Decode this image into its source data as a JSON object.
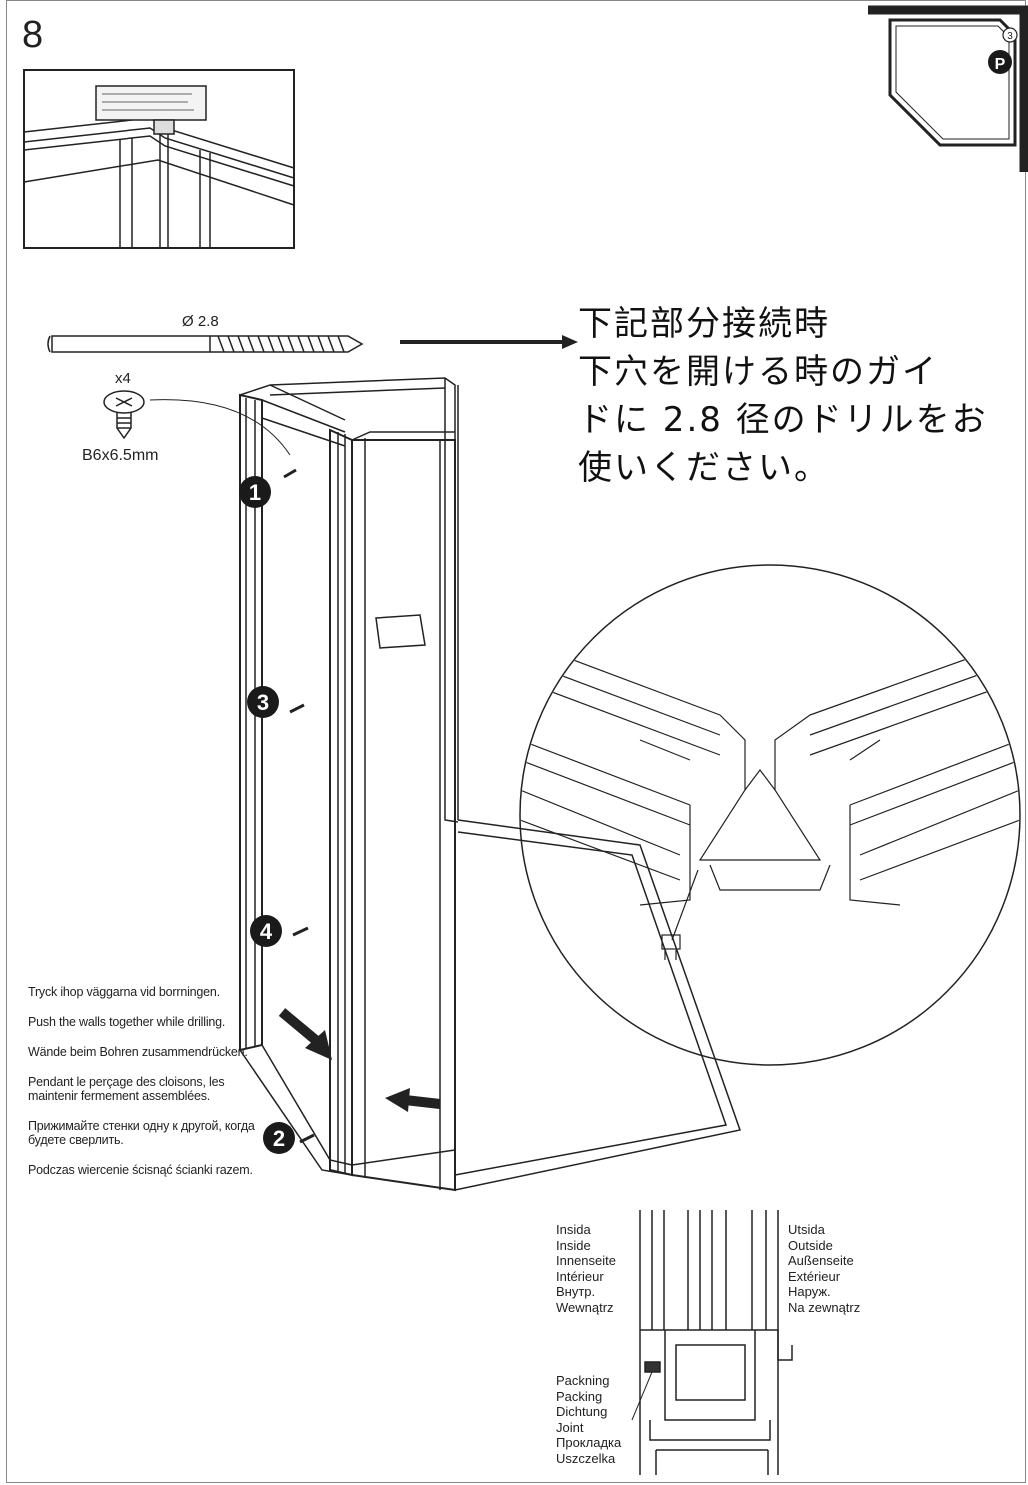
{
  "step": {
    "number": "8"
  },
  "drill": {
    "diameter_label": "Ø 2.8"
  },
  "screw": {
    "quantity": "x4",
    "size": "B6x6.5mm"
  },
  "note_jp": {
    "lines": [
      "下記部分接続時",
      "下穴を開ける時のガイ",
      "ドに 2.8 径のドリルをお",
      "使いください。"
    ]
  },
  "callouts": [
    "1",
    "3",
    "4",
    "2"
  ],
  "corner_marker": {
    "circle_label": "P",
    "small_label": "3"
  },
  "instructions": [
    "Tryck ihop väggarna vid borrningen.",
    "Push the walls together while drilling.",
    "Wände beim Bohren zusammendrücken.",
    "Pendant le perçage des cloisons, les maintenir fermement assemblées.",
    "Прижимайте стенки одну к другой, когда будете сверлить.",
    "Podczas wiercenie ścisnąć ścianki razem."
  ],
  "inside_labels": [
    "Insida",
    "Inside",
    "Innenseite",
    "Intérieur",
    "Внутр.",
    "Wewnątrz"
  ],
  "outside_labels": [
    "Utsida",
    "Outside",
    "Außenseite",
    "Extérieur",
    "Наруж.",
    "Na zewnątrz"
  ],
  "packing_labels": [
    "Packning",
    "Packing",
    "Dichtung",
    "Joint",
    "Прокладка",
    "Uszczelka"
  ]
}
